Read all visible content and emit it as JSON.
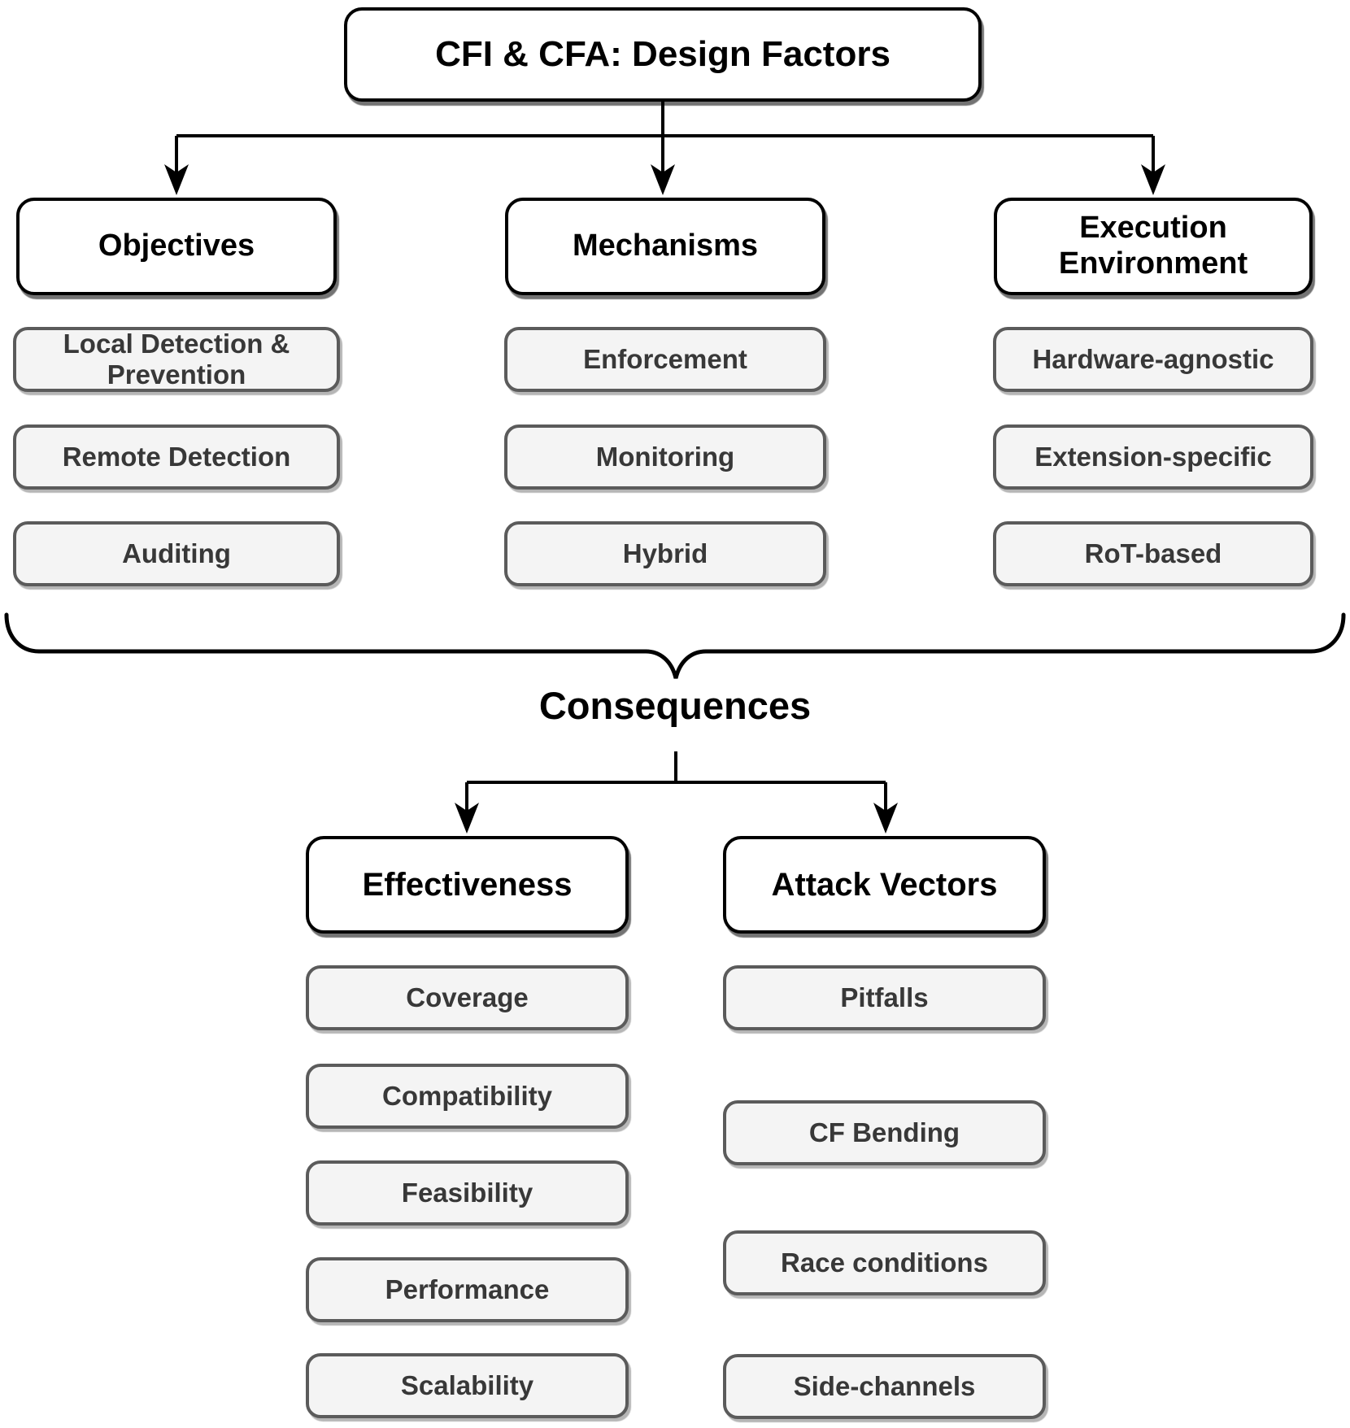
{
  "title": "CFI & CFA: Design Factors",
  "columns": [
    {
      "header": "Objectives",
      "items": [
        "Local Detection & Prevention",
        "Remote Detection",
        "Auditing"
      ]
    },
    {
      "header": "Mechanisms",
      "items": [
        "Enforcement",
        "Monitoring",
        "Hybrid"
      ]
    },
    {
      "header": "Execution Environment",
      "items": [
        "Hardware-agnostic",
        "Extension-specific",
        "RoT-based"
      ]
    }
  ],
  "consequences": {
    "label": "Consequences",
    "branches": [
      {
        "header": "Effectiveness",
        "items": [
          "Coverage",
          "Compatibility",
          "Feasibility",
          "Performance",
          "Scalability"
        ]
      },
      {
        "header": "Attack Vectors",
        "items": [
          "Pitfalls",
          "CF Bending",
          "Race conditions",
          "Side-channels"
        ]
      }
    ]
  },
  "colors": {
    "line": "#000000",
    "node_border_primary": "#000000",
    "node_border_secondary": "#5b5b5b",
    "node_fill_primary": "#ffffff",
    "node_fill_secondary": "#f4f4f4",
    "text_primary": "#000000",
    "text_secondary": "#383838"
  }
}
